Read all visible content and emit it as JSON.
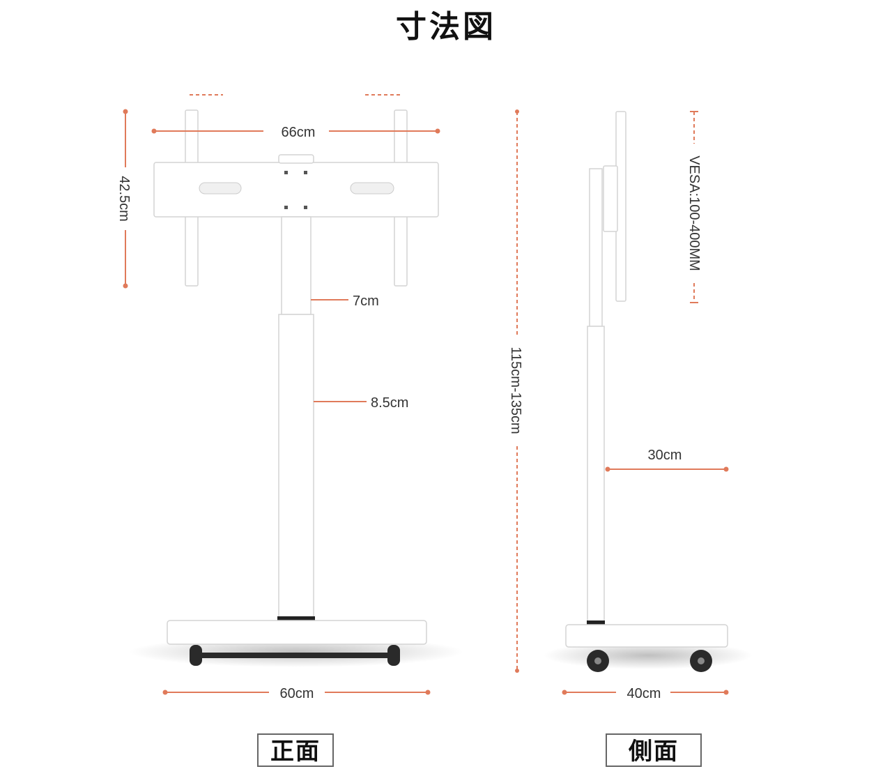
{
  "title": "寸法図",
  "views": {
    "front": "正面",
    "side": "側面"
  },
  "dimensions": {
    "front_width_top": "66cm",
    "front_height_mount": "42.5cm",
    "pole_upper": "7cm",
    "pole_lower": "8.5cm",
    "base_width": "60cm",
    "total_height": "115cm-135cm",
    "vesa": "VESA:100-400MM",
    "side_depth_arm": "30cm",
    "base_depth": "40cm"
  },
  "colors": {
    "accent": "#e07a5a",
    "product": "#ffffff",
    "outline": "#d4d4d4"
  }
}
